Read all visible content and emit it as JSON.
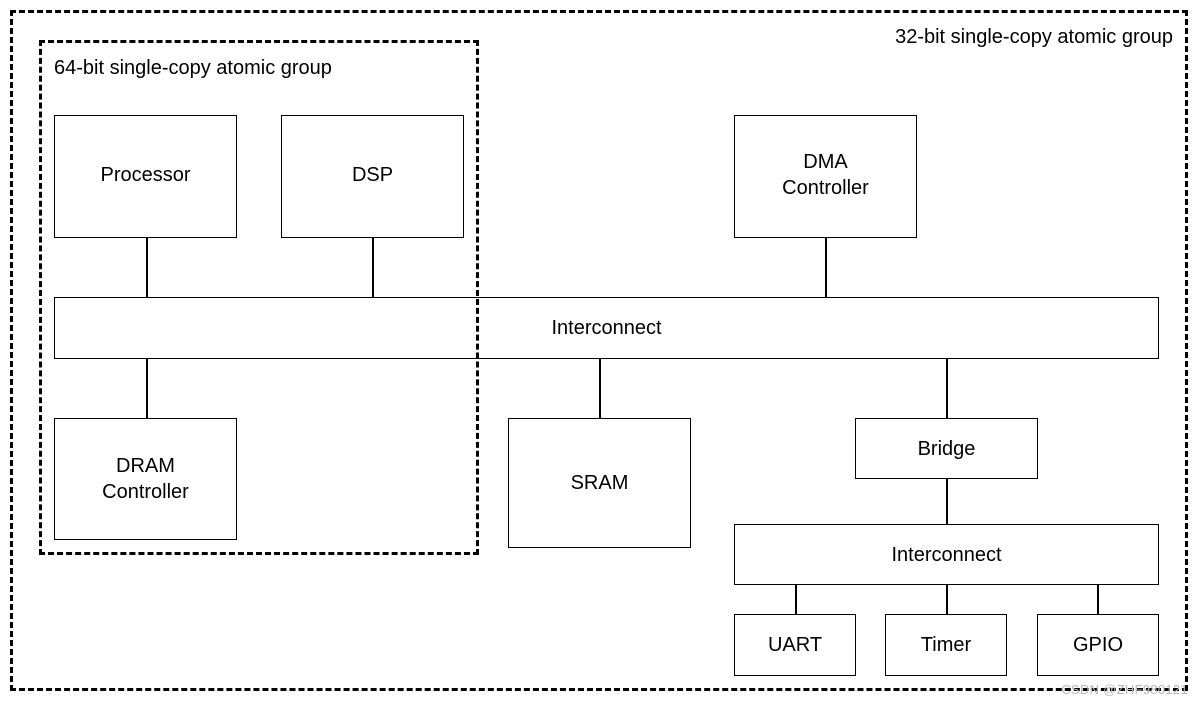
{
  "groups": {
    "outer": "32-bit single-copy atomic group",
    "inner": "64-bit single-copy atomic group"
  },
  "blocks": {
    "processor": "Processor",
    "dsp": "DSP",
    "dma": "DMA\nController",
    "interconnect_main": "Interconnect",
    "dram": "DRAM\nController",
    "sram": "SRAM",
    "bridge": "Bridge",
    "interconnect_periph": "Interconnect",
    "uart": "UART",
    "timer": "Timer",
    "gpio": "GPIO"
  },
  "watermark": "CSDN @ZHF980121"
}
